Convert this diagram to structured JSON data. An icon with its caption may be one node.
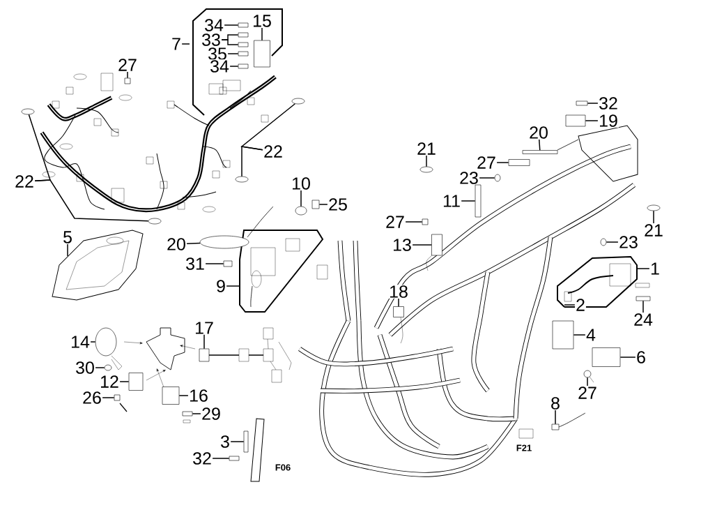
{
  "diagram": {
    "nodes": [
      {
        "text": [
          "7"
        ]
      },
      {
        "text": [
          "34"
        ]
      },
      {
        "text": [
          "33"
        ]
      },
      {
        "text": [
          "35"
        ]
      },
      {
        "text": [
          "34"
        ]
      },
      {
        "text": [
          "15"
        ]
      },
      {
        "text": [
          "27"
        ]
      },
      {
        "text": [
          "32"
        ]
      },
      {
        "text": [
          "19"
        ]
      },
      {
        "text": [
          "20"
        ]
      },
      {
        "text": [
          "21"
        ]
      },
      {
        "text": [
          "27"
        ]
      },
      {
        "text": [
          "22"
        ]
      },
      {
        "text": [
          "23"
        ]
      },
      {
        "text": [
          "22"
        ]
      },
      {
        "text": [
          "10"
        ]
      },
      {
        "text": [
          "25"
        ]
      },
      {
        "text": [
          "11"
        ]
      },
      {
        "text": [
          "27"
        ]
      },
      {
        "text": [
          "21"
        ]
      },
      {
        "text": [
          "5"
        ]
      },
      {
        "text": [
          "20"
        ]
      },
      {
        "text": [
          "13"
        ]
      },
      {
        "text": [
          "23"
        ]
      },
      {
        "text": [
          "31"
        ]
      },
      {
        "text": [
          "1"
        ]
      },
      {
        "text": [
          "9"
        ]
      },
      {
        "text": [
          "2"
        ]
      },
      {
        "text": [
          "24"
        ]
      },
      {
        "text": [
          "18"
        ]
      },
      {
        "text": [
          "14"
        ]
      },
      {
        "text": [
          "17"
        ]
      },
      {
        "text": [
          "4"
        ]
      },
      {
        "text": [
          "30"
        ]
      },
      {
        "text": [
          "6"
        ]
      },
      {
        "text": [
          "12"
        ]
      },
      {
        "text": [
          "16"
        ]
      },
      {
        "text": [
          "26"
        ]
      },
      {
        "text": [
          "27"
        ]
      },
      {
        "text": [
          "29"
        ]
      },
      {
        "text": [
          "8"
        ]
      },
      {
        "text": [
          "3"
        ]
      },
      {
        "text": [
          "32"
        ]
      },
      {
        "text": [],
        "shape": "box"
      },
      {
        "text": [],
        "shape": "box"
      },
      {
        "text": [],
        "shape": "box"
      },
      {
        "text": [],
        "shape": "box"
      },
      {
        "text": [],
        "shape": "box"
      },
      {
        "text": [],
        "shape": "box"
      },
      {
        "text": [],
        "shape": "box"
      },
      {
        "text": [],
        "shape": "box"
      },
      {
        "text": [],
        "shape": "box"
      },
      {
        "text": [],
        "shape": "box"
      },
      {
        "text": [],
        "shape": "circle"
      },
      {
        "text": [],
        "shape": "box"
      },
      {
        "text": [],
        "shape": "circle"
      },
      {
        "text": [],
        "shape": "circle"
      },
      {
        "text": [],
        "shape": "circle"
      },
      {
        "text": [],
        "shape": "circle"
      },
      {
        "text": [],
        "shape": "circle"
      },
      {
        "text": [],
        "shape": "circle"
      },
      {
        "text": [],
        "shape": "box"
      },
      {
        "text": [],
        "shape": "box"
      },
      {
        "text": [],
        "shape": "box"
      },
      {
        "text": [],
        "shape": "circle"
      },
      {
        "text": [],
        "shape": "circle"
      },
      {
        "text": [],
        "shape": "box"
      },
      {
        "text": [],
        "shape": "circle"
      },
      {
        "text": [],
        "shape": "box"
      },
      {
        "text": [],
        "shape": "box"
      },
      {
        "text": [],
        "shape": "box"
      },
      {
        "text": [],
        "shape": "circle"
      },
      {
        "text": [],
        "shape": "box"
      },
      {
        "text": [],
        "shape": "box"
      },
      {
        "text": [],
        "shape": "circle"
      },
      {
        "text": [],
        "shape": "box"
      },
      {
        "text": [],
        "shape": "box"
      },
      {
        "text": [],
        "shape": "box"
      },
      {
        "text": [],
        "shape": "box"
      },
      {
        "text": [],
        "shape": "circle"
      },
      {
        "text": [],
        "shape": "box"
      },
      {
        "text": [],
        "shape": "box"
      },
      {
        "text": [],
        "shape": "box"
      },
      {
        "text": [],
        "shape": "box"
      }
    ],
    "edges": [
      {
        "from": 0,
        "to": null,
        "arrow": "none"
      },
      {
        "from": 1,
        "to": 43,
        "arrow": "none"
      },
      {
        "from": 2,
        "to": 44,
        "arrow": "none"
      },
      {
        "from": 2,
        "to": 45,
        "arrow": "none"
      },
      {
        "from": 3,
        "to": 46,
        "arrow": "none"
      },
      {
        "from": 4,
        "to": 47,
        "arrow": "none"
      },
      {
        "from": 5,
        "to": 48,
        "arrow": "none"
      },
      {
        "from": 6,
        "to": 49,
        "arrow": "none"
      },
      {
        "from": 7,
        "to": 50,
        "arrow": "none"
      },
      {
        "from": 8,
        "to": 51,
        "arrow": "none"
      },
      {
        "from": 9,
        "to": 52,
        "arrow": "none"
      },
      {
        "from": 10,
        "to": 53,
        "arrow": "none"
      },
      {
        "from": 11,
        "to": 54,
        "arrow": "none"
      },
      {
        "from": 12,
        "to": 55,
        "arrow": "none"
      },
      {
        "from": 12,
        "to": 56,
        "arrow": "none"
      },
      {
        "from": 13,
        "to": 57,
        "arrow": "none"
      },
      {
        "from": 14,
        "to": 58,
        "arrow": "none"
      },
      {
        "from": 14,
        "to": 59,
        "arrow": "none"
      },
      {
        "from": 15,
        "to": 60,
        "arrow": "none"
      },
      {
        "from": 16,
        "to": 61,
        "arrow": "none"
      },
      {
        "from": 17,
        "to": 62,
        "arrow": "none"
      },
      {
        "from": 18,
        "to": 63,
        "arrow": "none"
      },
      {
        "from": 19,
        "to": 64,
        "arrow": "none"
      },
      {
        "from": 20,
        "to": null,
        "arrow": "none"
      },
      {
        "from": 21,
        "to": 65,
        "arrow": "none"
      },
      {
        "from": 22,
        "to": 66,
        "arrow": "none"
      },
      {
        "from": 23,
        "to": 67,
        "arrow": "none"
      },
      {
        "from": 24,
        "to": 68,
        "arrow": "none"
      },
      {
        "from": 25,
        "to": null,
        "arrow": "none"
      },
      {
        "from": 26,
        "to": null,
        "arrow": "none"
      },
      {
        "from": 27,
        "to": null,
        "arrow": "none"
      },
      {
        "from": 28,
        "to": 69,
        "arrow": "none"
      },
      {
        "from": 29,
        "to": 70,
        "arrow": "none"
      },
      {
        "from": 30,
        "to": 71,
        "arrow": "none"
      },
      {
        "from": 31,
        "to": 72,
        "arrow": "none"
      },
      {
        "from": 32,
        "to": 73,
        "arrow": "none"
      },
      {
        "from": 33,
        "to": 74,
        "arrow": "none"
      },
      {
        "from": 34,
        "to": 75,
        "arrow": "none"
      },
      {
        "from": 35,
        "to": 76,
        "arrow": "none"
      },
      {
        "from": 36,
        "to": 77,
        "arrow": "none"
      },
      {
        "from": 37,
        "to": 78,
        "arrow": "none"
      },
      {
        "from": 38,
        "to": 79,
        "arrow": "none"
      },
      {
        "from": 39,
        "to": 80,
        "arrow": "none"
      },
      {
        "from": 40,
        "to": 81,
        "arrow": "none"
      },
      {
        "from": 41,
        "to": 82,
        "arrow": "none"
      },
      {
        "from": 42,
        "to": 83,
        "arrow": "none"
      }
    ],
    "labels": [
      "F06",
      "F21"
    ]
  }
}
